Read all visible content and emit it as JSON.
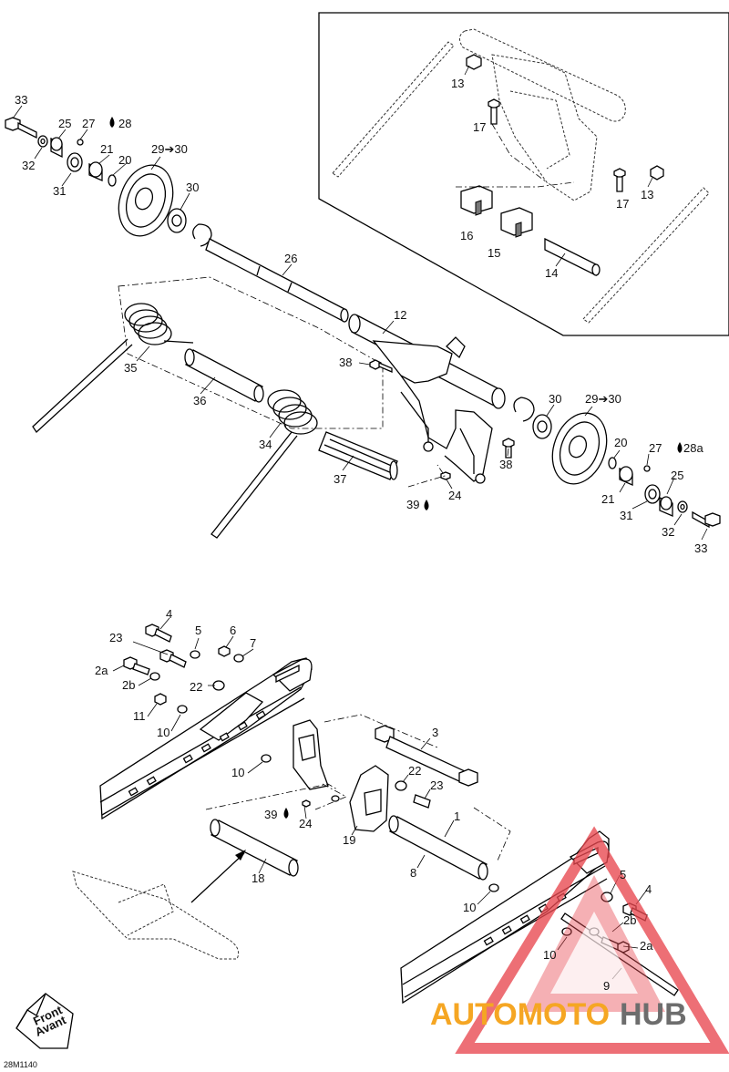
{
  "diagram": {
    "code": "28M1140",
    "watermark": {
      "part1": "AUTOMOTO",
      "part2": "HUB",
      "color1": "#f5a623",
      "color2": "#6d6d6d",
      "triangle_color": "#e8474f"
    },
    "direction_tag": {
      "line1": "Front",
      "line2": "Avant"
    },
    "upper_labels": [
      {
        "id": "13a",
        "text": "13"
      },
      {
        "id": "17a",
        "text": "17"
      },
      {
        "id": "17b",
        "text": "17"
      },
      {
        "id": "13b",
        "text": "13"
      },
      {
        "id": "16",
        "text": "16"
      },
      {
        "id": "15",
        "text": "15"
      },
      {
        "id": "14",
        "text": "14"
      },
      {
        "id": "33a",
        "text": "33"
      },
      {
        "id": "25a",
        "text": "25"
      },
      {
        "id": "27a",
        "text": "27"
      },
      {
        "id": "28a",
        "text": "28"
      },
      {
        "id": "32a",
        "text": "32"
      },
      {
        "id": "21a",
        "text": "21"
      },
      {
        "id": "20a",
        "text": "20"
      },
      {
        "id": "2930a",
        "text": "29➔30"
      },
      {
        "id": "31a",
        "text": "31"
      },
      {
        "id": "30a",
        "text": "30"
      },
      {
        "id": "26",
        "text": "26"
      },
      {
        "id": "12",
        "text": "12"
      },
      {
        "id": "38a",
        "text": "38"
      },
      {
        "id": "35",
        "text": "35"
      },
      {
        "id": "36",
        "text": "36"
      },
      {
        "id": "34",
        "text": "34"
      },
      {
        "id": "37",
        "text": "37"
      },
      {
        "id": "38b",
        "text": "38"
      },
      {
        "id": "30b",
        "text": "30"
      },
      {
        "id": "2930b",
        "text": "29➔30"
      },
      {
        "id": "39a",
        "text": "39"
      },
      {
        "id": "24a",
        "text": "24"
      },
      {
        "id": "20b",
        "text": "20"
      },
      {
        "id": "27b",
        "text": "27"
      },
      {
        "id": "28b",
        "text": "28a"
      },
      {
        "id": "21b",
        "text": "21"
      },
      {
        "id": "25b",
        "text": "25"
      },
      {
        "id": "31b",
        "text": "31"
      },
      {
        "id": "32b",
        "text": "32"
      },
      {
        "id": "33b",
        "text": "33"
      }
    ],
    "lower_labels": [
      {
        "id": "4a",
        "text": "4"
      },
      {
        "id": "5a",
        "text": "5"
      },
      {
        "id": "6",
        "text": "6"
      },
      {
        "id": "7",
        "text": "7"
      },
      {
        "id": "23a",
        "text": "23"
      },
      {
        "id": "2aa",
        "text": "2a"
      },
      {
        "id": "2ba",
        "text": "2b"
      },
      {
        "id": "22a",
        "text": "22"
      },
      {
        "id": "11",
        "text": "11"
      },
      {
        "id": "10a",
        "text": "10"
      },
      {
        "id": "3",
        "text": "3"
      },
      {
        "id": "10b",
        "text": "10"
      },
      {
        "id": "22b",
        "text": "22"
      },
      {
        "id": "23b",
        "text": "23"
      },
      {
        "id": "39b",
        "text": "39"
      },
      {
        "id": "24b",
        "text": "24"
      },
      {
        "id": "19",
        "text": "19"
      },
      {
        "id": "1",
        "text": "1"
      },
      {
        "id": "18",
        "text": "18"
      },
      {
        "id": "8",
        "text": "8"
      },
      {
        "id": "10c",
        "text": "10"
      },
      {
        "id": "5b",
        "text": "5"
      },
      {
        "id": "4b",
        "text": "4"
      },
      {
        "id": "2bb",
        "text": "2b"
      },
      {
        "id": "2ab",
        "text": "2a"
      },
      {
        "id": "10d",
        "text": "10"
      },
      {
        "id": "9",
        "text": "9"
      }
    ]
  }
}
